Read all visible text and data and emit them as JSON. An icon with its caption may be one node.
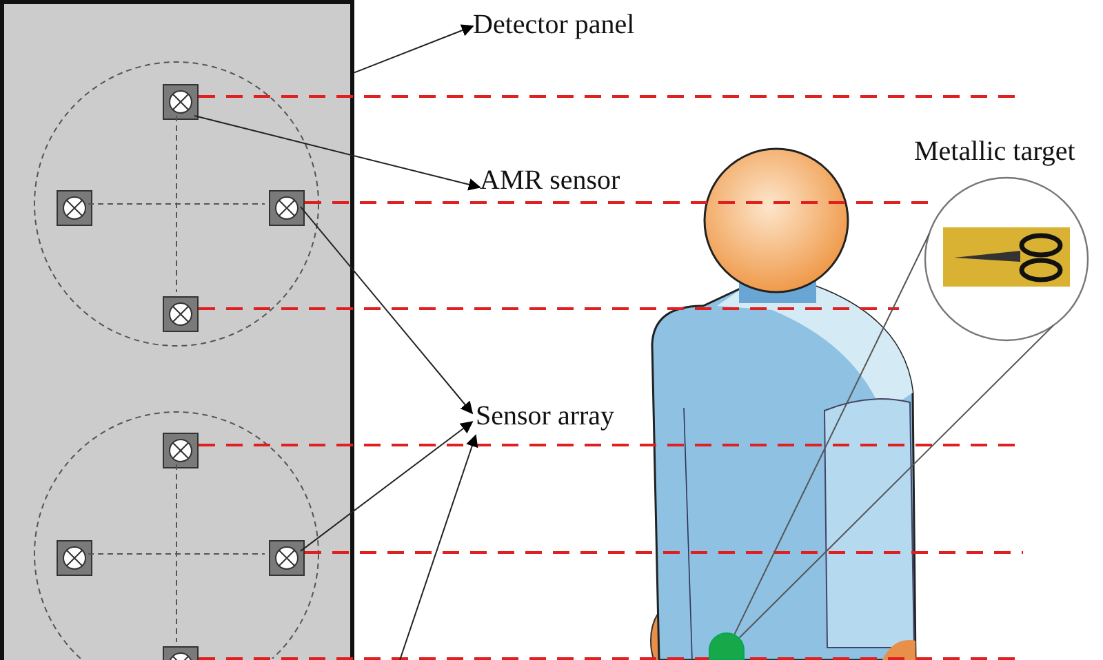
{
  "diagram": {
    "nodes": [
      {
        "text": [
          "Detector panel"
        ]
      },
      {
        "text": [
          "AMR sensor"
        ]
      },
      {
        "text": [
          "Sensor array"
        ]
      },
      {
        "text": [
          "Metallic target"
        ]
      },
      {
        "text": [],
        "shape": "box"
      },
      {
        "text": [],
        "shape": "box",
        "in": 4
      },
      {
        "text": [],
        "shape": "box",
        "in": 4
      },
      {
        "text": [],
        "shape": "box",
        "in": 4
      },
      {
        "text": [],
        "shape": "box",
        "in": 4
      },
      {
        "text": [],
        "shape": "box",
        "in": 4
      },
      {
        "text": [],
        "shape": "box",
        "in": 4
      },
      {
        "text": [],
        "shape": "box",
        "in": 4
      },
      {
        "text": [],
        "shape": "box",
        "in": 4
      },
      {
        "text": [],
        "shape": "circle"
      }
    ],
    "edges": [
      {
        "from": 4,
        "to": 0,
        "arrow": "to"
      },
      {
        "from": 5,
        "to": 1,
        "arrow": "to"
      },
      {
        "from": 7,
        "to": 2,
        "arrow": "to"
      },
      {
        "from": 11,
        "to": 2,
        "arrow": "to"
      },
      {
        "from": null,
        "to": 2,
        "arrow": "to"
      },
      {
        "from": 13,
        "to": 3,
        "arrow": "none"
      },
      {
        "from": 13,
        "to": 3,
        "arrow": "none"
      },
      {
        "from": 6,
        "to": 7,
        "arrow": "none",
        "style": "dashed",
        "color": "#555555"
      },
      {
        "from": 5,
        "to": 8,
        "arrow": "none",
        "style": "dashed",
        "color": "#555555"
      },
      {
        "from": 10,
        "to": 11,
        "arrow": "none",
        "style": "dashed",
        "color": "#555555"
      },
      {
        "from": 9,
        "to": 12,
        "arrow": "none",
        "style": "dashed",
        "color": "#555555"
      }
    ]
  }
}
